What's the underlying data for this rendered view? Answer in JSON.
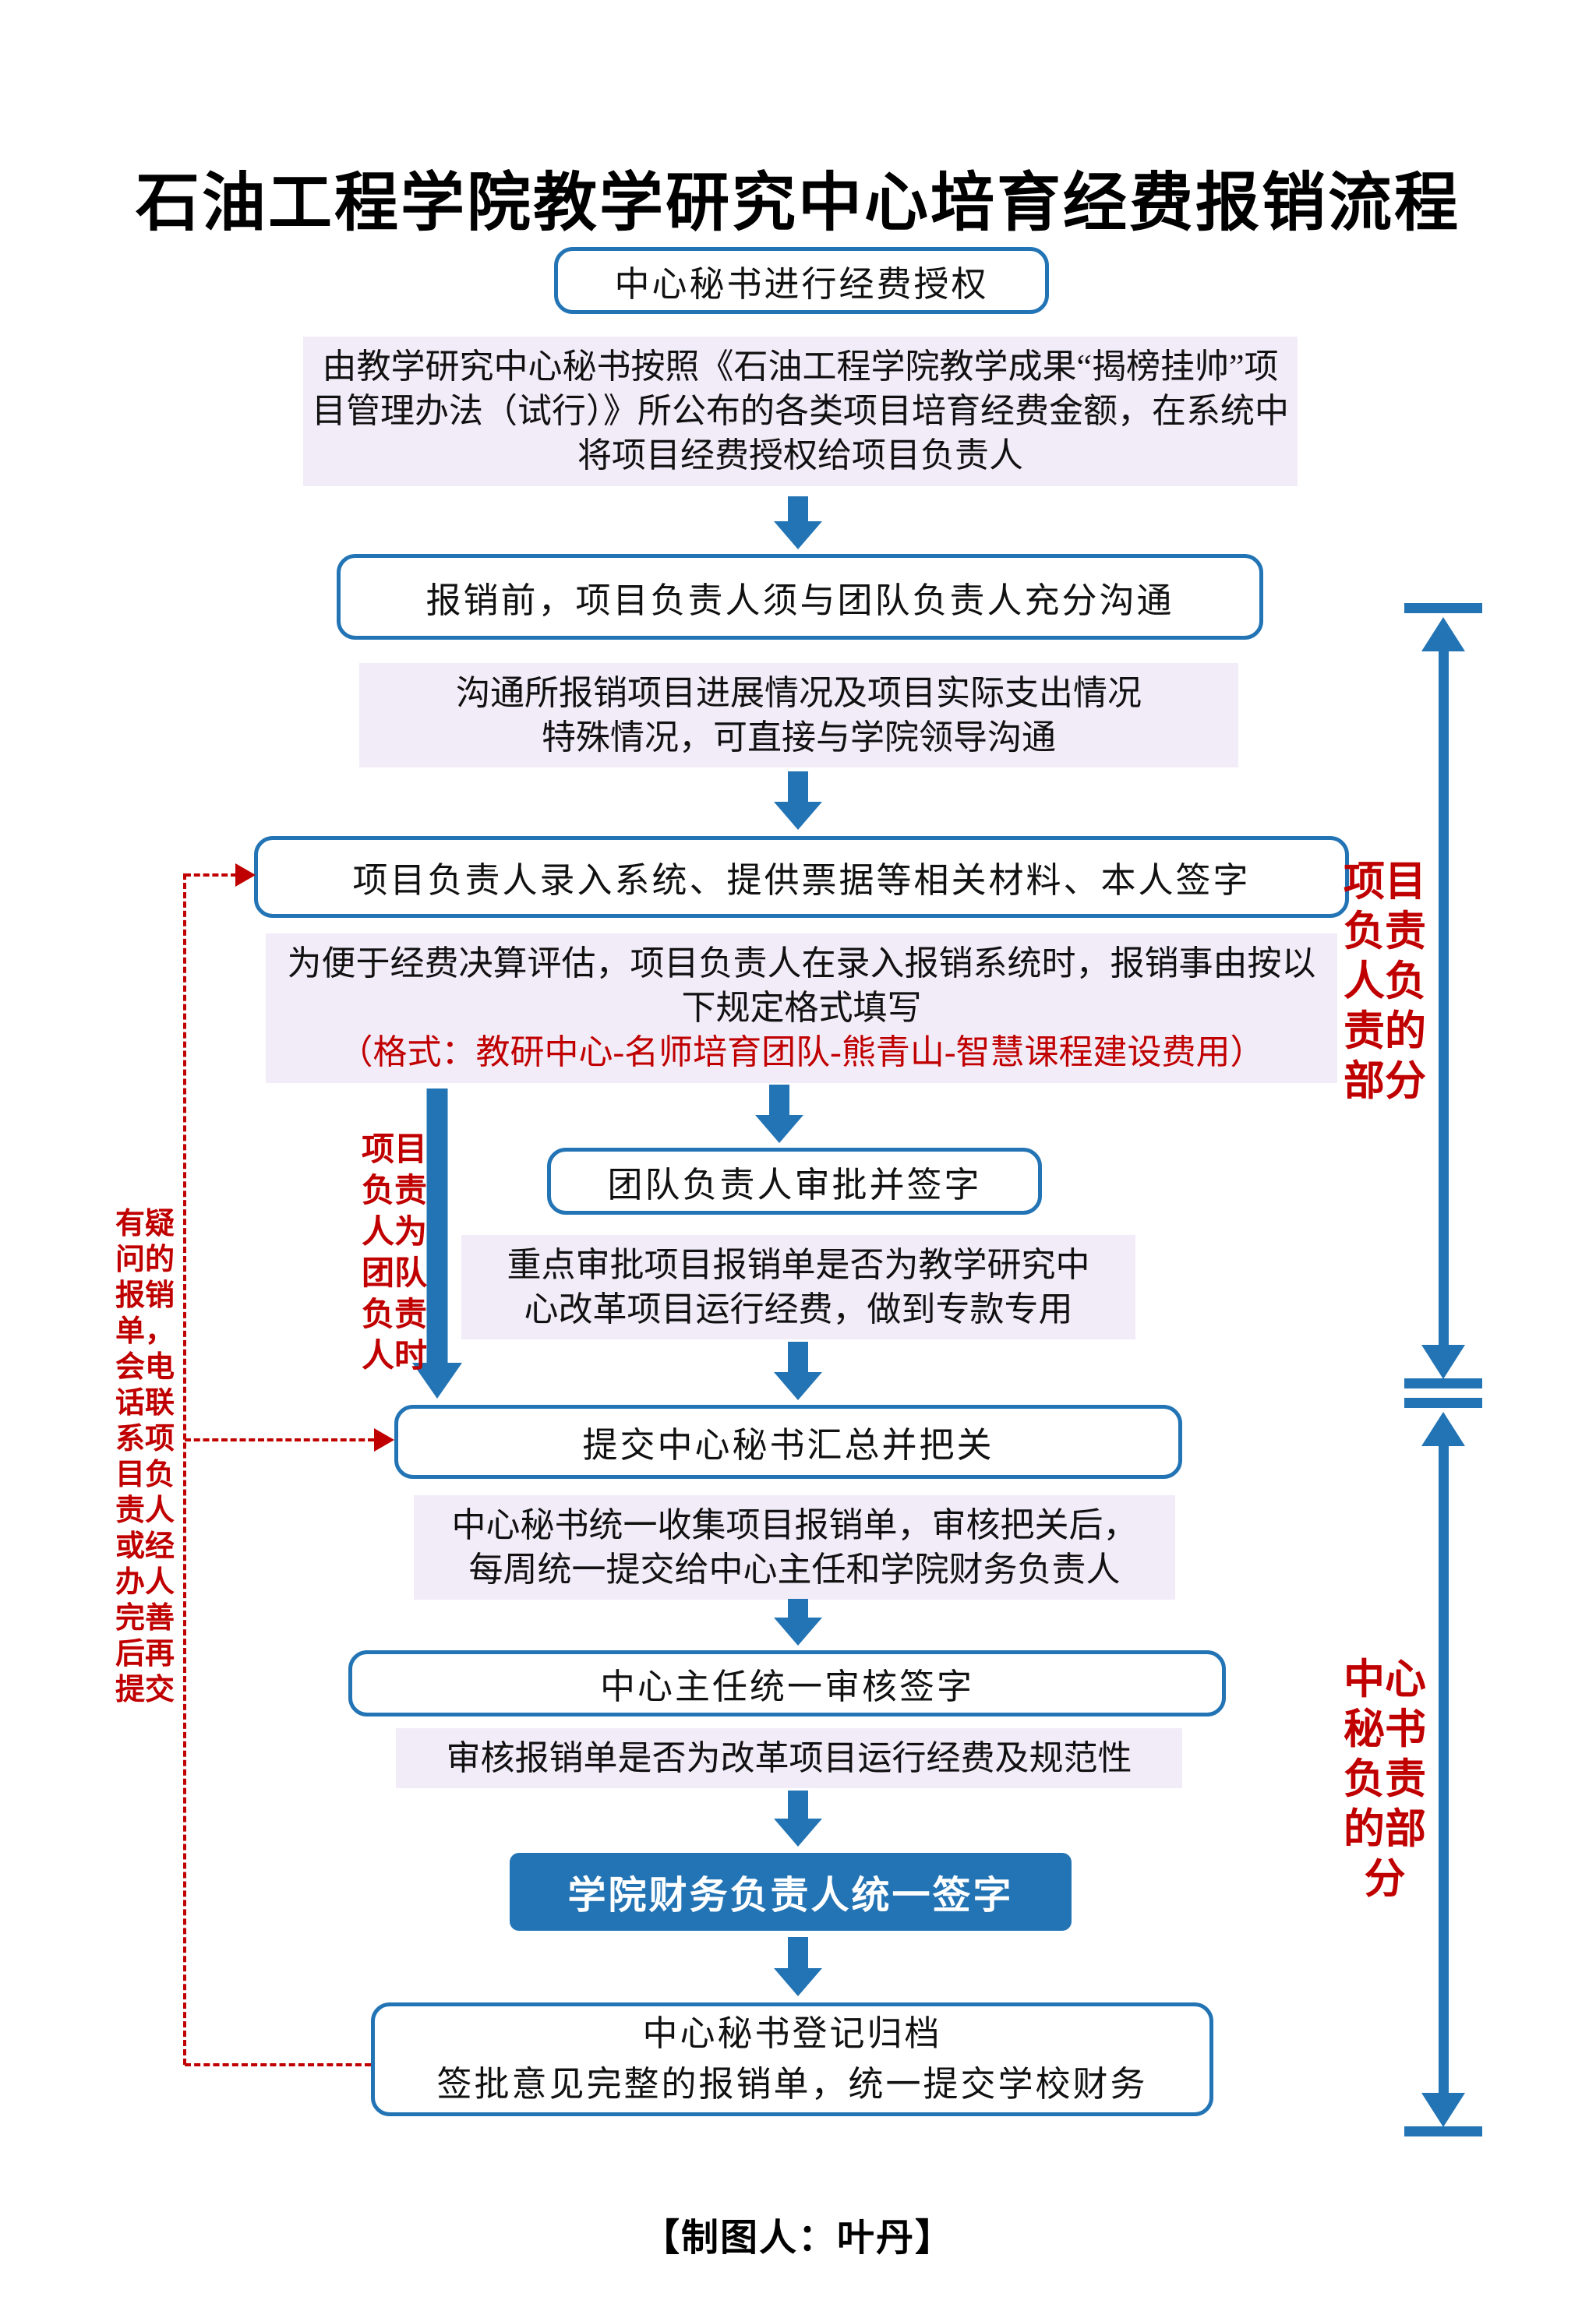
{
  "title": "石油工程学院教学研究中心培育经费报销流程",
  "colors": {
    "accent_blue": "#2374b5",
    "desc_bg": "#f2ecf9",
    "red": "#c00000"
  },
  "steps": {
    "s1": {
      "label": "中心秘书进行经费授权",
      "desc": "由教学研究中心秘书按照《石油工程学院教学成果“揭榜挂帅”项目管理办法（试行）》所公布的各类项目培育经费金额，在系统中将项目经费授权给项目负责人"
    },
    "s2": {
      "label": "报销前，项目负责人须与团队负责人充分沟通",
      "desc_line1": "沟通所报销项目进展情况及项目实际支出情况",
      "desc_line2": "特殊情况，可直接与学院领导沟通"
    },
    "s3": {
      "label": "项目负责人录入系统、提供票据等相关材料、本人签字",
      "desc": "为便于经费决算评估，项目负责人在录入报销系统时，报销事由按以下规定格式填写",
      "desc_red": "（格式：教研中心-名师培育团队-熊青山-智慧课程建设费用）"
    },
    "s4": {
      "label": "团队负责人审批并签字",
      "desc_line1": "重点审批项目报销单是否为教学研究中",
      "desc_line2": "心改革项目运行经费，做到专款专用"
    },
    "s5": {
      "label": "提交中心秘书汇总并把关",
      "desc_line1": "中心秘书统一收集项目报销单，审核把关后，",
      "desc_line2": "每周统一提交给中心主任和学院财务负责人"
    },
    "s6": {
      "label": "中心主任统一审核签字",
      "desc": "审核报销单是否为改革项目运行经费及规范性"
    },
    "s7": {
      "label": "学院财务负责人统一签字"
    },
    "s8": {
      "label": "中心秘书登记归档",
      "desc": "签批意见完整的报销单，统一提交学校财务"
    }
  },
  "annotations": {
    "branch_label": "项目负责人为团队负责人时",
    "left_note": "有疑问的报销单，会电话联系项目负责人或经办人完善后再提交",
    "right_top": "项目负责人负责的部分",
    "right_bottom": "中心秘书负责的部分"
  },
  "footer": "【制图人：叶丹】"
}
